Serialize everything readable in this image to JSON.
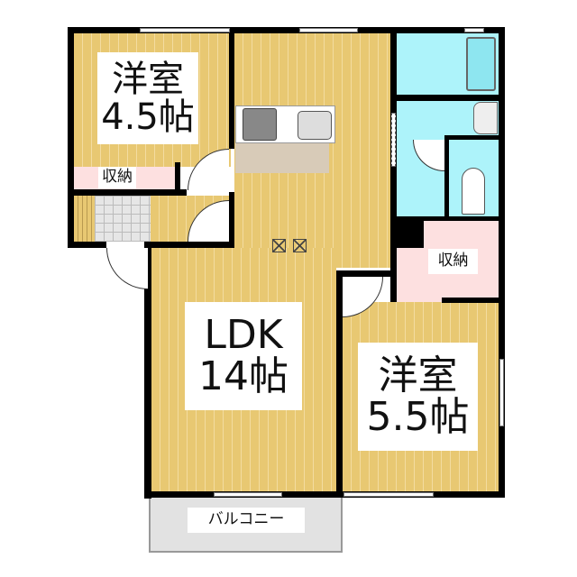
{
  "rooms": {
    "western_room_a": {
      "name": "洋室",
      "size": "4.5帖"
    },
    "ldk": {
      "name": "LDK",
      "size": "14帖"
    },
    "western_room_b": {
      "name": "洋室",
      "size": "5.5帖"
    },
    "storage_a": {
      "label": "収納"
    },
    "storage_b": {
      "label": "収納"
    },
    "balcony": {
      "label": "バルコニー"
    }
  },
  "colors": {
    "floor": "#e8c872",
    "wet_area": "#adf3fa",
    "storage": "#fde0e0",
    "balcony": "#e2e2e2"
  }
}
